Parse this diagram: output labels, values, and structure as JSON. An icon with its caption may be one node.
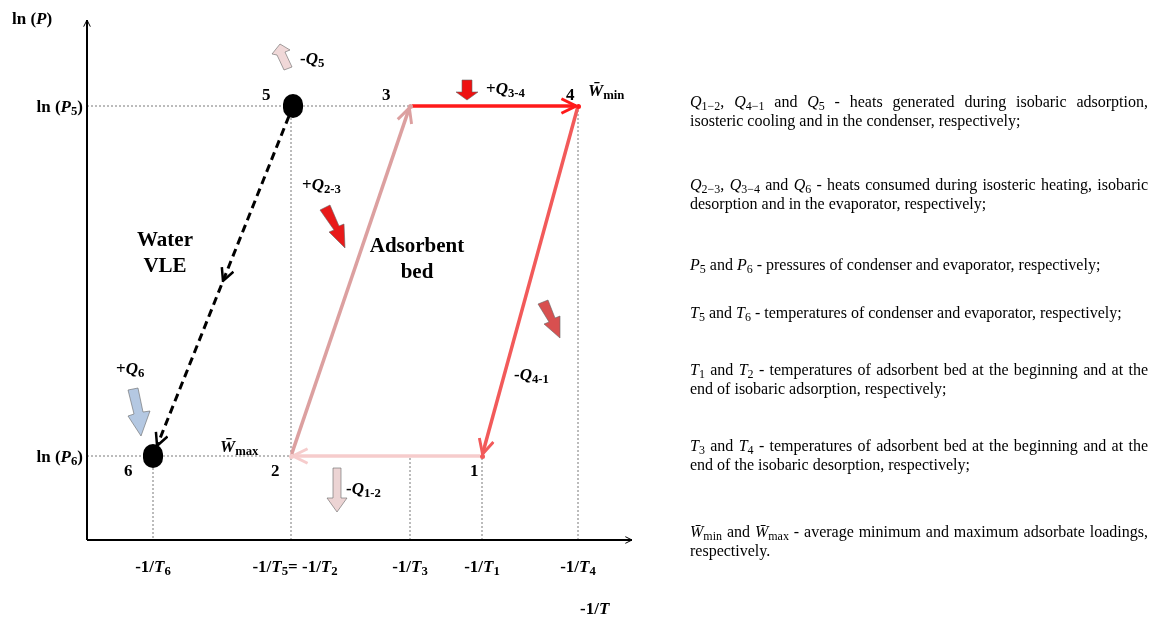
{
  "diagram": {
    "nodes": [
      {
        "text": [],
        "shape": "circle",
        "beside": [
          "5"
        ]
      },
      {
        "text": [],
        "shape": "point",
        "beside": [
          "3"
        ]
      },
      {
        "text": [],
        "shape": "point",
        "beside": [
          "4",
          "*W̄*$_{min}$"
        ]
      },
      {
        "text": [],
        "shape": "circle",
        "beside": [
          "6"
        ]
      },
      {
        "text": [],
        "shape": "point",
        "beside": [
          "2",
          "*W̄*$_{max}$"
        ]
      },
      {
        "text": [],
        "shape": "point",
        "beside": [
          "1"
        ]
      }
    ],
    "edges": [
      {
        "from": 0,
        "to": 3,
        "arrow": "to",
        "style": "dashed",
        "color": "#000000"
      },
      {
        "from": 5,
        "to": 4,
        "arrow": "to",
        "color": "#f6cccc"
      },
      {
        "from": 4,
        "to": 1,
        "arrow": "to",
        "color": "#dca0a0"
      },
      {
        "from": 1,
        "to": 2,
        "arrow": "to",
        "color": "#ff1a1a"
      },
      {
        "from": 2,
        "to": 5,
        "arrow": "to",
        "color": "#f25a5a"
      }
    ],
    "labels": [
      "ln (*P*)",
      "-*Q*$_{5}$",
      "+*Q*$_{3-4}$",
      "ln (*P*$_{5}$)",
      "+*Q*$_{2-3}$",
      "Water VLE",
      "Adsorbent bed",
      "-*Q*$_{4-1}$",
      "+*Q*$_{6}$",
      "ln (*P*$_{6}$)",
      "-*Q*$_{1-2}$",
      "-1/*T*$_{6}$",
      "-1/*T*$_{5}$= -1/*T*$_{2}$",
      "-1/*T*$_{3}$",
      "-1/*T*$_{1}$",
      "-1/*T*$_{4}$",
      "-1/*T*",
      "*Q*$_{1−2}$, *Q*$_{4−1}$ and *Q*$_{5}$ - heats generated during isobaric adsorption, isosteric cooling and in the condenser, respectively;",
      "*Q*$_{2−3}$, *Q*$_{3−4}$ and *Q*$_{6}$ - heats consumed during isosteric heating, isobaric desorption and in the evaporator, respectively;",
      "*P*$_{5}$ and *P*$_{6}$ - pressures of condenser and evaporator, respectively;",
      "*T*$_{5}$ and *T*$_{6}$ - temperatures of condenser and evaporator, respectively;",
      "*T*$_{1}$ and *T*$_{2}$ - temperatures of adsorbent bed at the beginning and at the end of isobaric adsorption, respectively;",
      "*T*$_{3}$ and *T*$_{4}$ - temperatures of adsorbent bed at the beginning and at the end of the isobaric desorption, respectively;",
      "*W̄*$_{min}$ and *W̄*$_{max}$ - average minimum and maximum adsorbate loadings, respectively."
    ]
  }
}
